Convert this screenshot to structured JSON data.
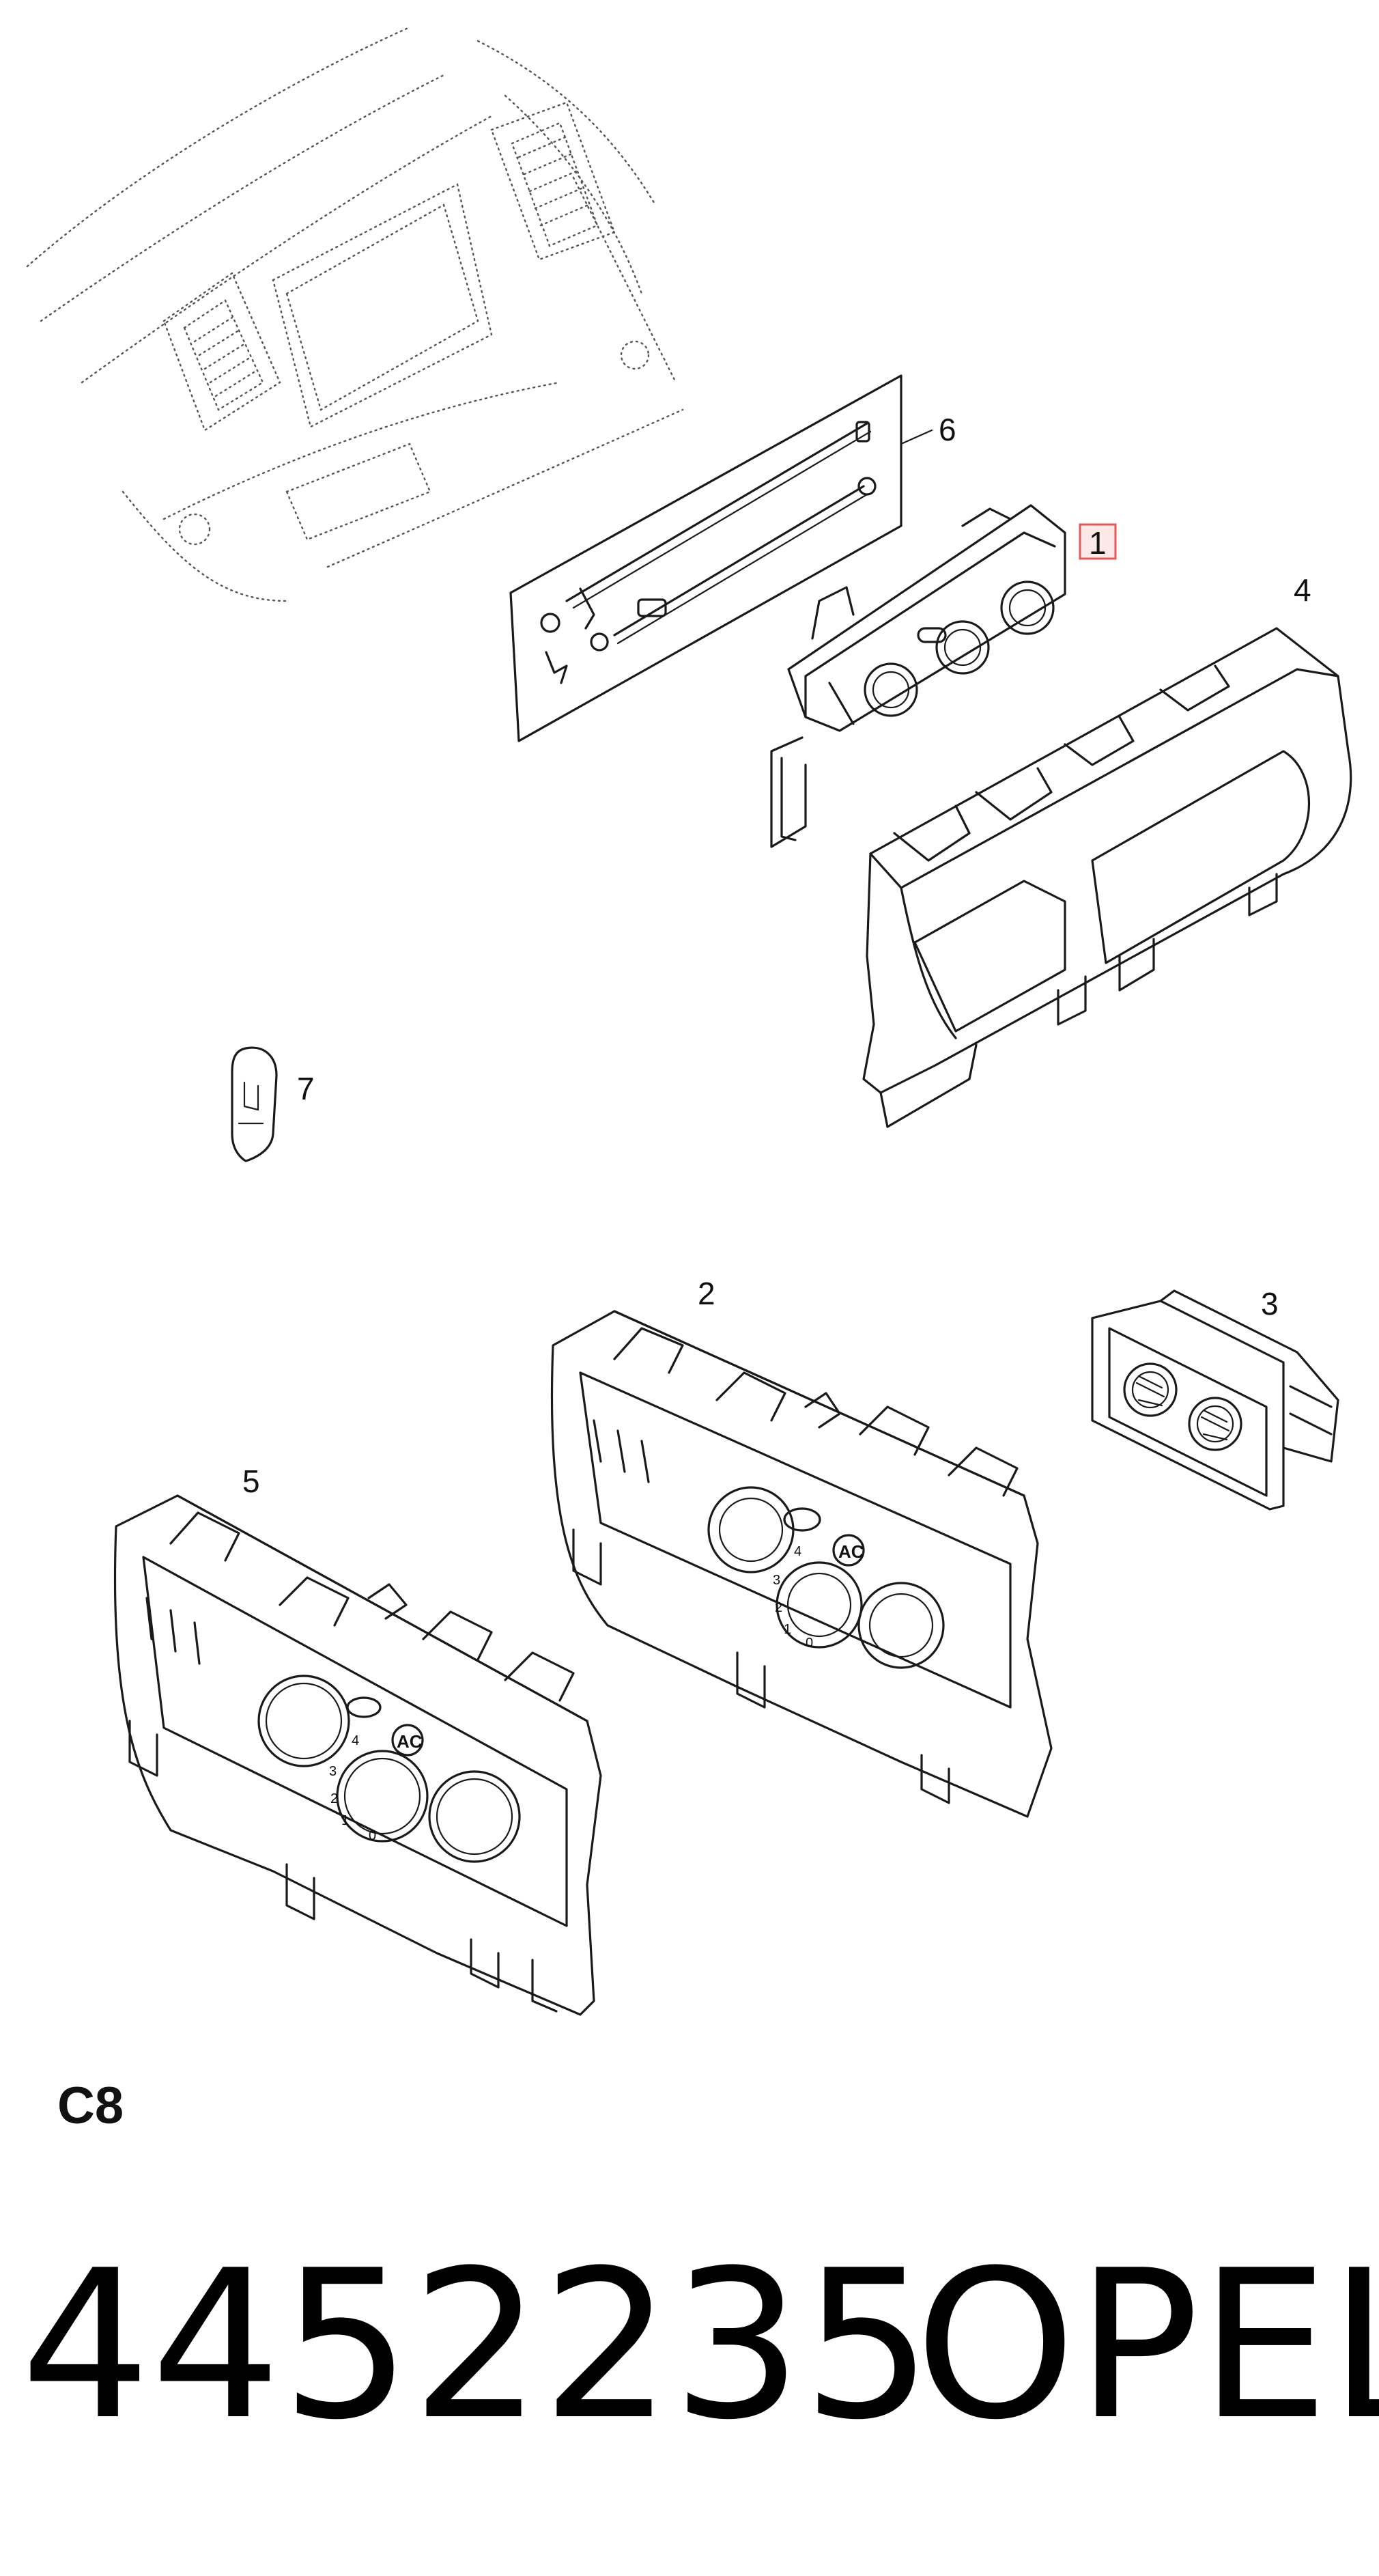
{
  "diagram": {
    "callouts": [
      {
        "id": "1",
        "label": "1",
        "highlighted": true
      },
      {
        "id": "2",
        "label": "2"
      },
      {
        "id": "3",
        "label": "3"
      },
      {
        "id": "4",
        "label": "4"
      },
      {
        "id": "5",
        "label": "5"
      },
      {
        "id": "6",
        "label": "6"
      },
      {
        "id": "7",
        "label": "7"
      }
    ],
    "panel_markings": {
      "ac_badge": "AC",
      "fan_speeds": [
        "4",
        "3",
        "2",
        "1",
        "0"
      ]
    },
    "highlight_color": "#e05a5a"
  },
  "section_code": "C8",
  "part_number": "4452235",
  "brand": "OPEL"
}
